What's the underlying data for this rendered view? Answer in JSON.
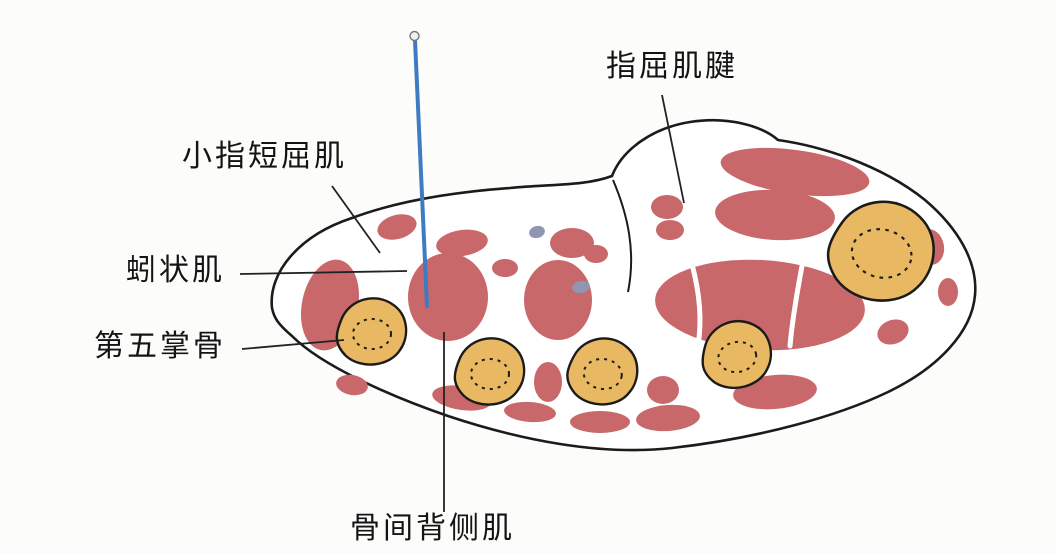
{
  "diagram": {
    "labels": {
      "flexor_tendon": "指屈肌腱",
      "flexor_digiti_minimi_brevis": "小指短屈肌",
      "lumbrical": "蚓状肌",
      "fifth_metacarpal": "第五掌骨",
      "dorsal_interosseous": "骨间背侧肌"
    },
    "colors": {
      "muscle": "#c9686a",
      "bone": "#e8b862",
      "outline": "#1b1b1b",
      "needle": "#3d7cc2",
      "vessel": "#8e96b4",
      "leader": "#222222",
      "background": "#fcfcfa"
    }
  }
}
